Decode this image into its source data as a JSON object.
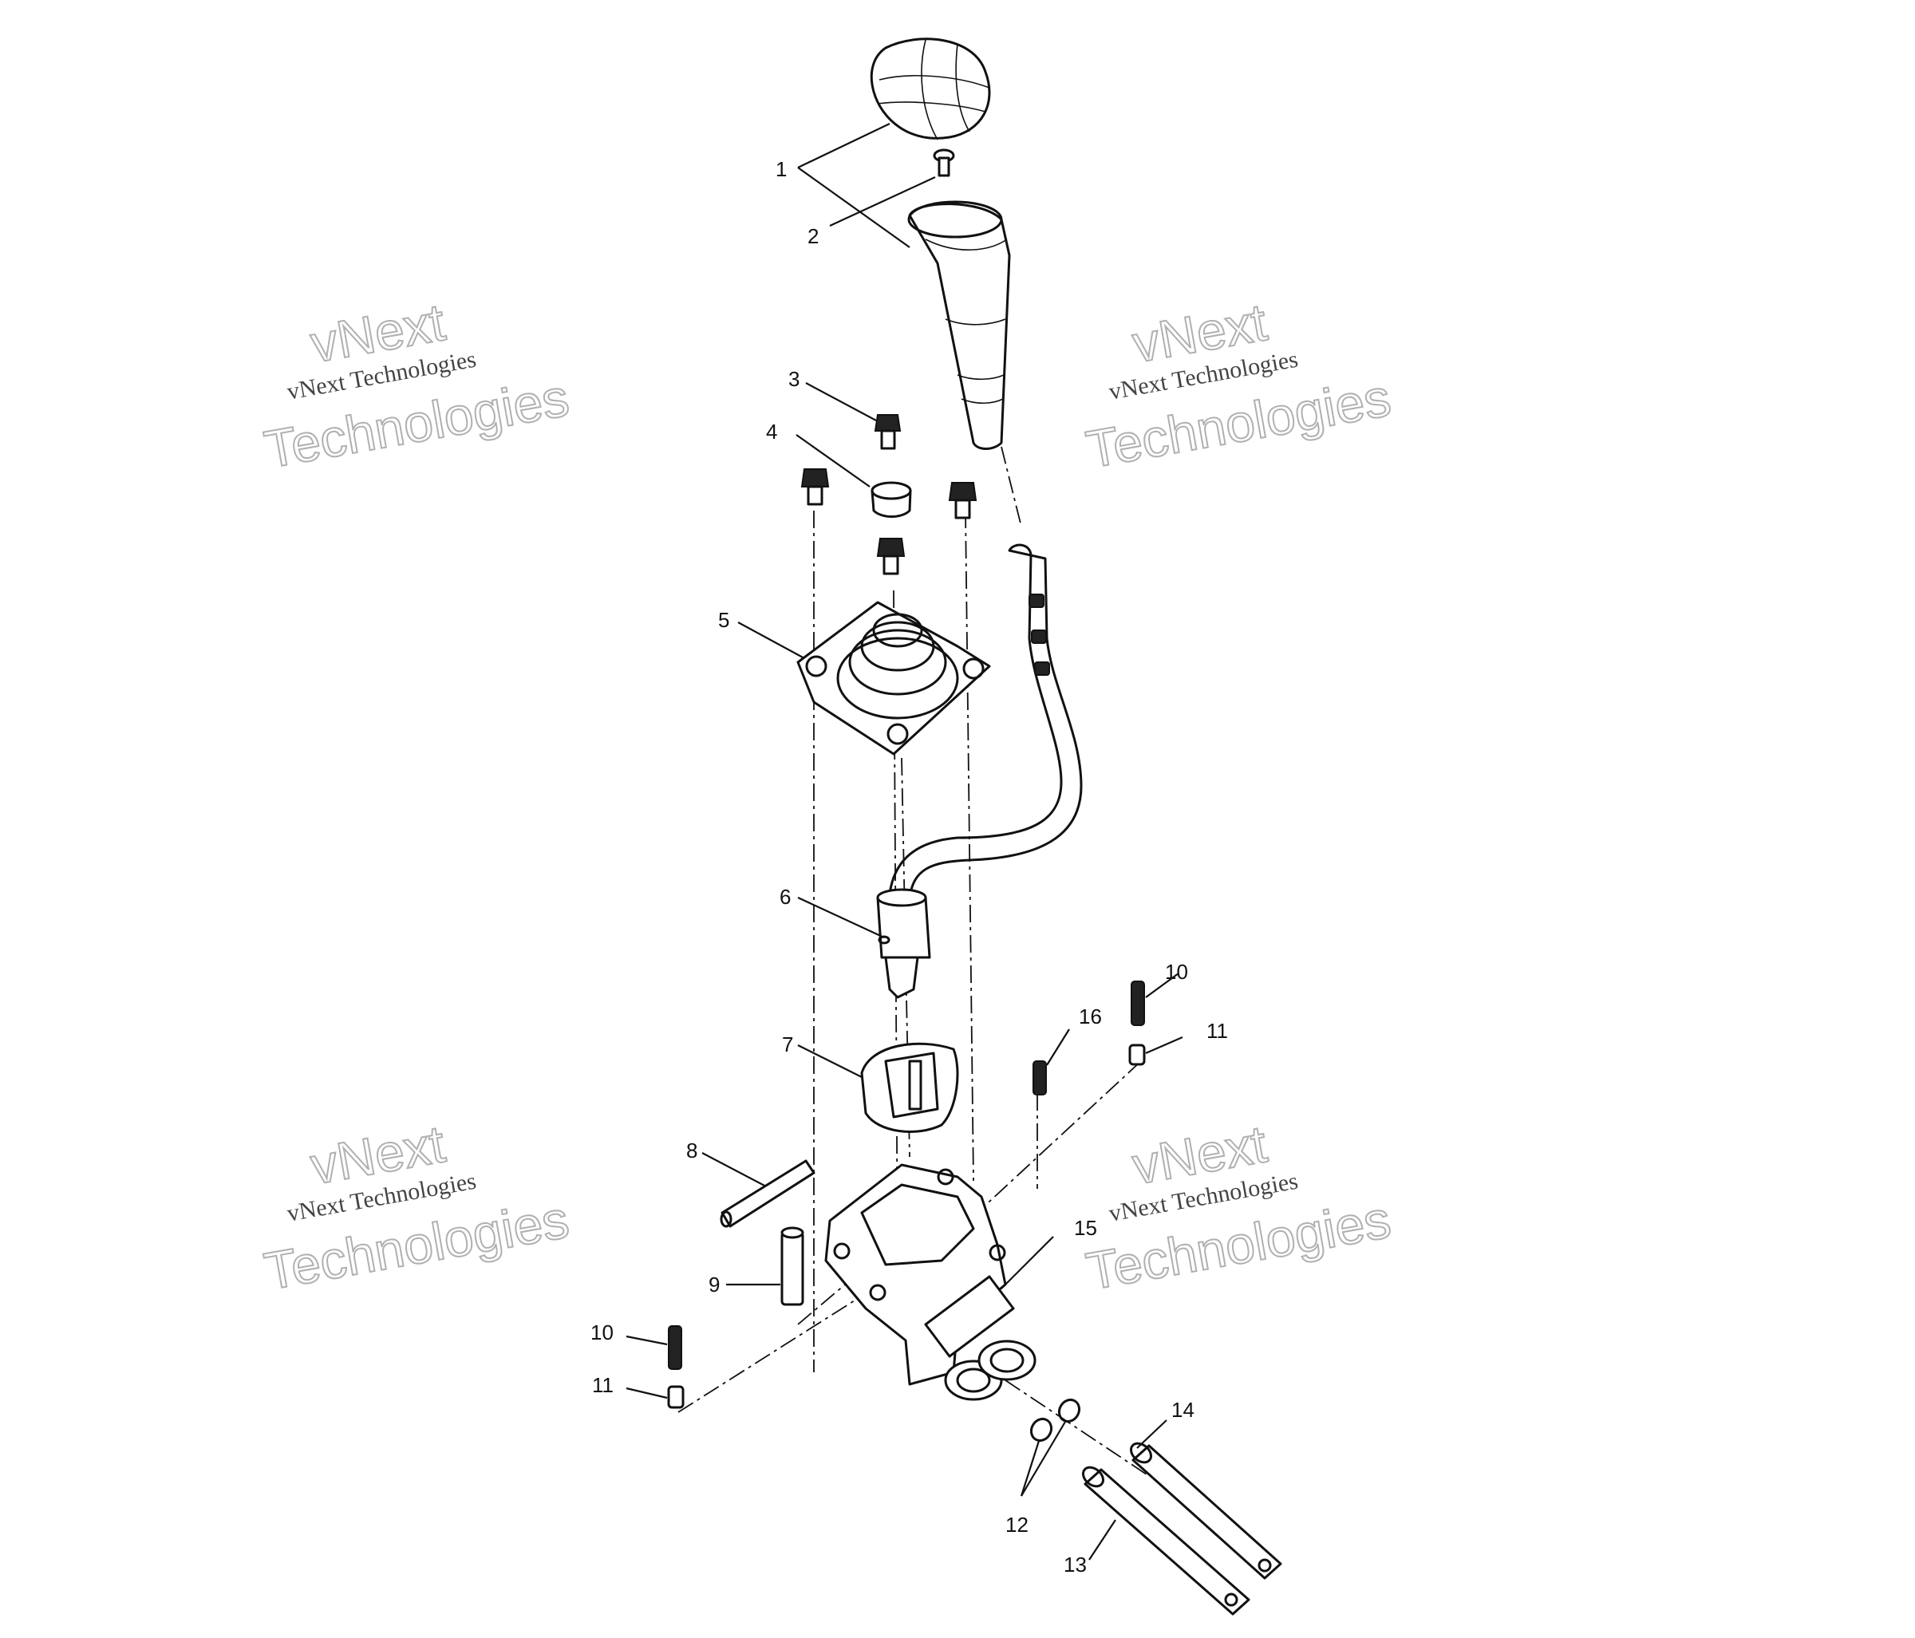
{
  "watermark": {
    "line1": "vNext",
    "line2": "vNext Technologies",
    "line3": "Technologies"
  },
  "callouts": [
    "1",
    "2",
    "3",
    "4",
    "5",
    "6",
    "7",
    "8",
    "9",
    "10",
    "10",
    "11",
    "11",
    "12",
    "13",
    "14",
    "15",
    "16"
  ]
}
